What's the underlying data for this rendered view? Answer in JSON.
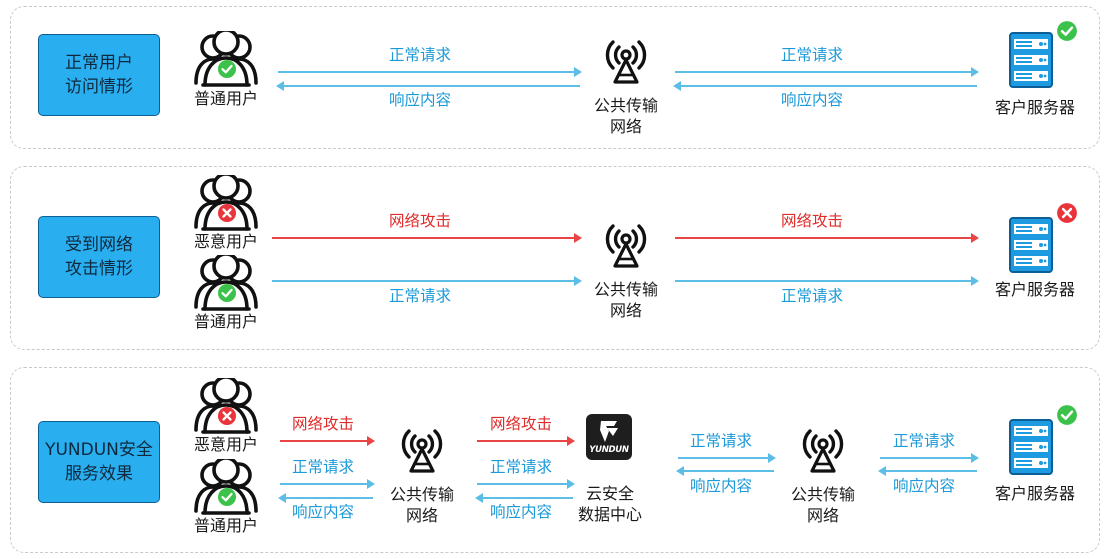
{
  "panels": [
    {
      "scenario": "正常用户\n访问情形",
      "user_label": "普通用户",
      "network_label": "公共传输\n网络",
      "server_label": "客户服务器",
      "req_left": "正常请求",
      "resp_left": "响应内容",
      "req_right": "正常请求",
      "resp_right": "响应内容",
      "server_status": "ok"
    },
    {
      "scenario": "受到网络\n攻击情形",
      "malicious_label": "恶意用户",
      "user_label": "普通用户",
      "network_label": "公共传输\n网络",
      "server_label": "客户服务器",
      "attack_left": "网络攻击",
      "req_left": "正常请求",
      "attack_right": "网络攻击",
      "req_right": "正常请求",
      "server_status": "error"
    },
    {
      "scenario": "YUNDUN安全\n服务效果",
      "malicious_label": "恶意用户",
      "user_label": "普通用户",
      "network1_label": "公共传输\n网络",
      "center_label": "云安全\n数据中心",
      "center_logo": "YUNDUN",
      "network2_label": "公共传输\n网络",
      "server_label": "客户服务器",
      "attack_1": "网络攻击",
      "req_1": "正常请求",
      "resp_1": "响应内容",
      "attack_2": "网络攻击",
      "req_2": "正常请求",
      "resp_2": "响应内容",
      "req_3": "正常请求",
      "resp_3": "响应内容",
      "req_4": "正常请求",
      "resp_4": "响应内容",
      "server_status": "ok"
    }
  ],
  "colors": {
    "scenario_fill": "#29aef0",
    "normal_arrow": "#5cbde6",
    "attack_arrow": "#e94545",
    "ok_badge": "#3cc24a",
    "error_badge": "#e8343a",
    "server_fill": "#1e9be0"
  }
}
